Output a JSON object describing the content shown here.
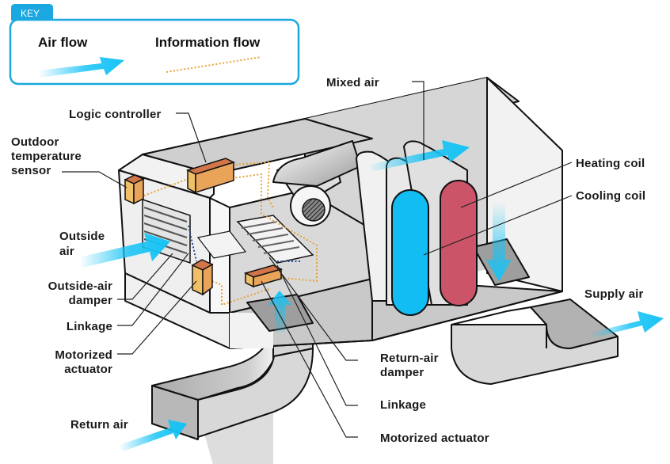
{
  "key": {
    "title": "KEY",
    "air_flow_label": "Air flow",
    "information_flow_label": "Information flow"
  },
  "labels": {
    "logic_controller": "Logic controller",
    "outdoor_sensor_1": "Outdoor",
    "outdoor_sensor_2": "temperature",
    "outdoor_sensor_3": "sensor",
    "outside_air_1": "Outside",
    "outside_air_2": "air",
    "oa_damper_1": "Outside-air",
    "oa_damper_2": "damper",
    "linkage_left": "Linkage",
    "motorized_left_1": "Motorized",
    "motorized_left_2": "actuator",
    "return_air": "Return air",
    "mixed_air": "Mixed air",
    "heating_coil": "Heating coil",
    "cooling_coil": "Cooling coil",
    "supply_air": "Supply air",
    "ra_damper_1": "Return-air",
    "ra_damper_2": "damper",
    "linkage_right": "Linkage",
    "motorized_right": "Motorized actuator"
  },
  "colors": {
    "key_border": "#1ba8e0",
    "air_flow": "#16c3f5",
    "information_flow": "#e6a23c",
    "cooling_coil": "#12bdf4",
    "heating_coil": "#cc5468",
    "component": "#e9a45a"
  }
}
